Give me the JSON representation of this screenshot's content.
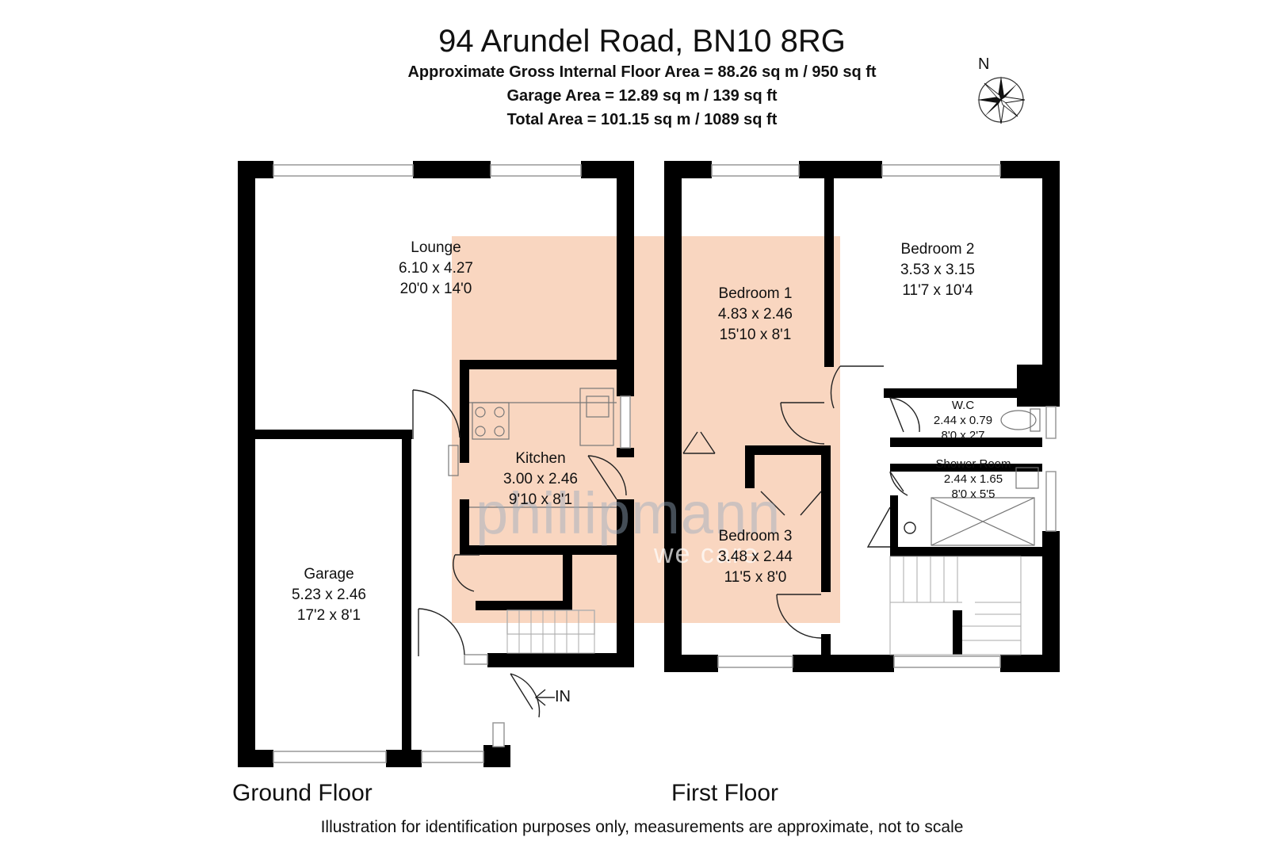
{
  "header": {
    "address": "94 Arundel Road, BN10 8RG",
    "gross_area": "Approximate Gross Internal Floor Area = 88.26 sq m / 950 sq ft",
    "garage_area": "Garage Area = 12.89 sq m / 139 sq ft",
    "total_area": "Total Area = 101.15 sq m / 1089 sq ft"
  },
  "compass": {
    "north_label": "N"
  },
  "rooms": {
    "lounge": {
      "name": "Lounge",
      "metric": "6.10 x 4.27",
      "imperial": "20'0 x 14'0"
    },
    "kitchen": {
      "name": "Kitchen",
      "metric": "3.00 x 2.46",
      "imperial": "9'10 x 8'1"
    },
    "garage": {
      "name": "Garage",
      "metric": "5.23 x 2.46",
      "imperial": "17'2 x 8'1"
    },
    "bedroom1": {
      "name": "Bedroom 1",
      "metric": "4.83 x 2.46",
      "imperial": "15'10 x 8'1"
    },
    "bedroom2": {
      "name": "Bedroom 2",
      "metric": "3.53 x 3.15",
      "imperial": "11'7 x 10'4"
    },
    "bedroom3": {
      "name": "Bedroom 3",
      "metric": "3.48 x 2.44",
      "imperial": "11'5 x 8'0"
    },
    "wc": {
      "name": "W.C",
      "metric": "2.44 x 0.79",
      "imperial": "8'0 x 2'7"
    },
    "shower": {
      "name": "Shower Room",
      "metric": "2.44 x 1.65",
      "imperial": "8'0 x 5'5"
    }
  },
  "entry_label": "IN",
  "floors": {
    "ground": "Ground Floor",
    "first": "First Floor"
  },
  "watermark": {
    "brand": "phillipmann",
    "tagline": "we care"
  },
  "footer": "Illustration for identification purposes only, measurements are approximate, not to scale",
  "colors": {
    "wall": "#000000",
    "highlight": "#f9d6c0",
    "window": "#ffffff"
  }
}
